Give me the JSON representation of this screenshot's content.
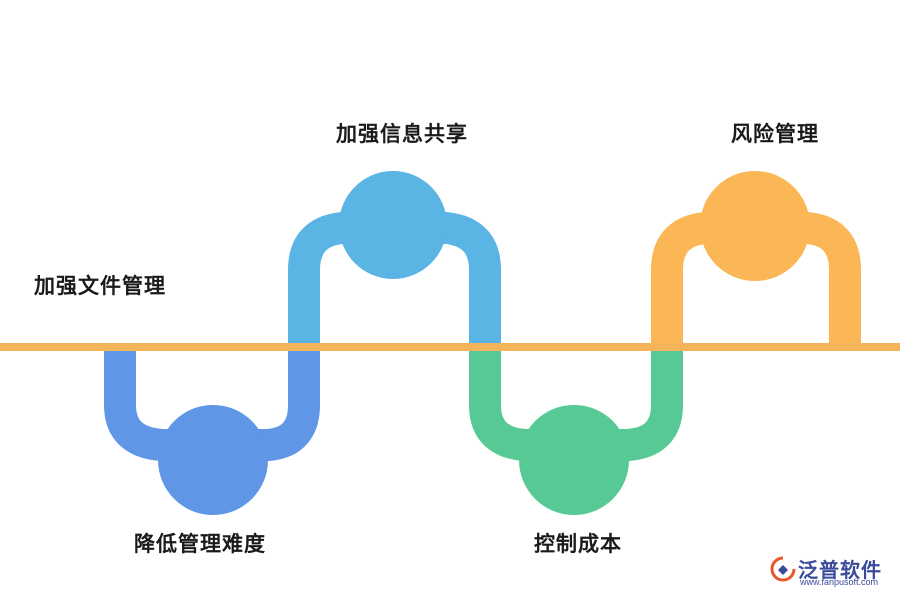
{
  "diagram": {
    "labels": [
      "加强文件管理",
      "降低管理难度",
      "加强信息共享",
      "控制成本",
      "风险管理"
    ],
    "colors": {
      "axis": "#f5b459",
      "blue_dark": "#6096e6",
      "blue_light": "#5ab4e4",
      "green": "#57c994",
      "orange": "#fbb755"
    }
  },
  "logo": {
    "name": "泛普软件",
    "url": "www.fanpusoft.com"
  }
}
